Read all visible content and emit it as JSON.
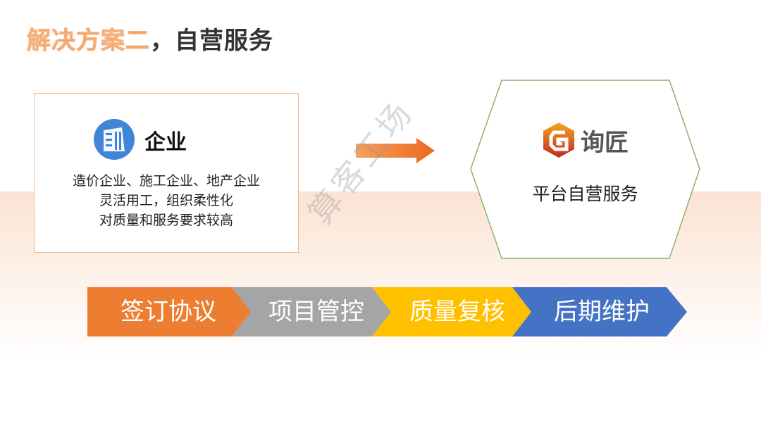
{
  "title": {
    "highlight": "解决方案二",
    "rest": "，自营服务"
  },
  "enterprise": {
    "icon": "building-icon",
    "title": "企业",
    "lines": [
      "造价企业、施工企业、地产企业",
      "灵活用工，组织柔性化",
      "对质量和服务要求较高"
    ]
  },
  "platform": {
    "logo_text": "询匠",
    "subtitle": "平台自营服务"
  },
  "process": [
    {
      "label": "签订协议",
      "color": "#ED7D31"
    },
    {
      "label": "项目管控",
      "color": "#A5A5A5"
    },
    {
      "label": "质量复核",
      "color": "#FFC000"
    },
    {
      "label": "后期维护",
      "color": "#4472C4"
    }
  ],
  "watermark": "算客工场"
}
